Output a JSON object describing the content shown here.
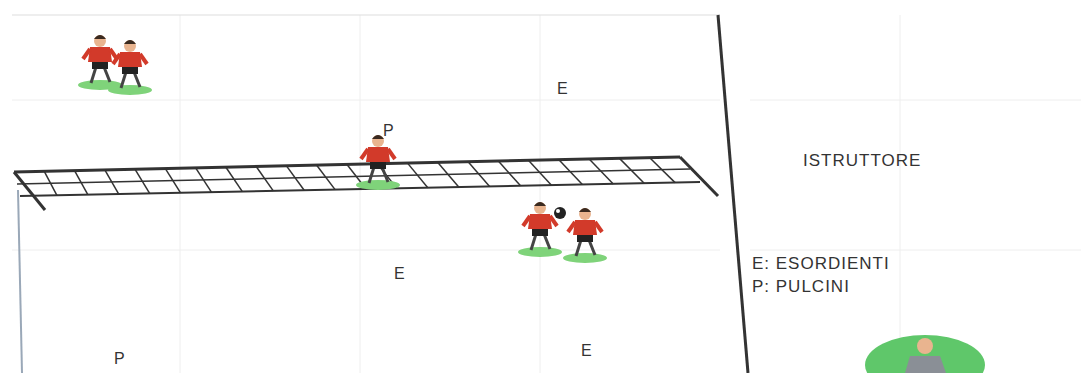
{
  "diagram": {
    "labels": [
      "E",
      "P",
      "ISTRUTTORE",
      "E: ESORDIENTI",
      "E",
      "P: PULCINI",
      "E",
      "P"
    ]
  }
}
